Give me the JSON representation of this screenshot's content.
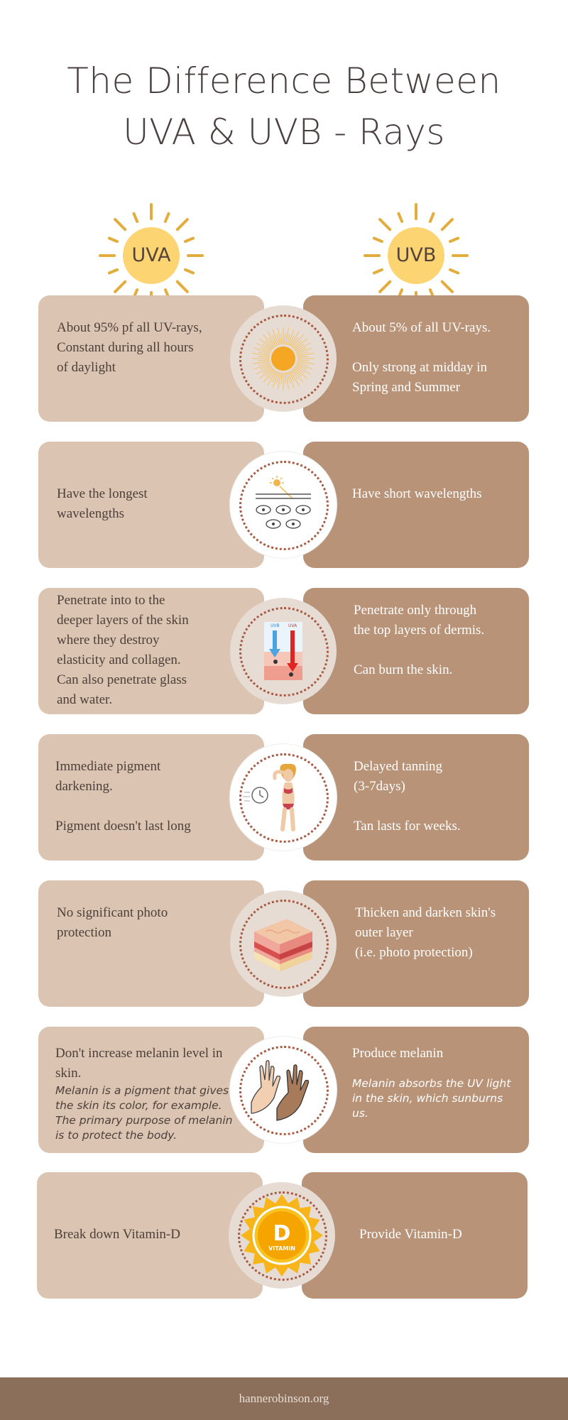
{
  "title": {
    "line1": "The Difference Between",
    "line2": "UVA & UVB - Rays"
  },
  "suns": {
    "left_label": "UVA",
    "right_label": "UVB"
  },
  "rows": [
    {
      "left": [
        "About 95% pf all UV-rays,",
        "Constant during all hours",
        "of daylight"
      ],
      "right": [
        "About 5% of all UV-rays.",
        "",
        "Only strong at midday in",
        "Spring and Summer"
      ],
      "icon": "sunburst-icon"
    },
    {
      "left": [
        "Have the longest",
        "wavelengths"
      ],
      "right": [
        "Have short wavelengths"
      ],
      "icon": "skin-cells-icon"
    },
    {
      "left": [
        "Penetrate into to the",
        "deeper layers of the skin",
        "where they destroy",
        "elasticity and collagen.",
        "Can  also penetrate glass",
        "and water."
      ],
      "right": [
        "Penetrate only through",
        "the top layers of dermis.",
        "",
        "Can burn the skin."
      ],
      "icon": "skin-penetration-icon",
      "icon_labels": [
        "UVB",
        "UVA"
      ]
    },
    {
      "left": [
        "Immediate pigment",
        "darkening.",
        "",
        "Pigment doesn't last long"
      ],
      "right": [
        "Delayed tanning",
        "(3-7days)",
        "",
        "Tan lasts for weeks."
      ],
      "icon": "tanning-woman-icon"
    },
    {
      "left": [
        "No significant photo",
        "protection"
      ],
      "right": [
        "Thicken and darken skin's",
        "outer layer",
        "(i.e. photo protection)"
      ],
      "icon": "skin-layers-icon"
    },
    {
      "left": [
        "Don't increase melanin level in",
        "skin."
      ],
      "left_italic": [
        "Melanin is a pigment that gives",
        "the skin its color, for example.",
        "The primary purpose of melanin",
        "is to protect the body."
      ],
      "right": [
        "Produce melanin"
      ],
      "right_italic": [
        "Melanin absorbs the UV light",
        "in the skin, which sunburns",
        "us."
      ],
      "icon": "hands-icon"
    },
    {
      "left": [
        "Break down Vitamin-D"
      ],
      "right": [
        "Provide Vitamin-D"
      ],
      "icon": "vitamin-d-sun-icon",
      "icon_labels": [
        "D",
        "VITAMIN"
      ]
    }
  ],
  "footer": {
    "text": "hannerobinson.org"
  },
  "colors": {
    "card_left": "#dbc4b1",
    "card_right": "#b89377",
    "sun": "#fcd572",
    "ray": "#e3ad3e",
    "footer": "#8b6f5a"
  }
}
